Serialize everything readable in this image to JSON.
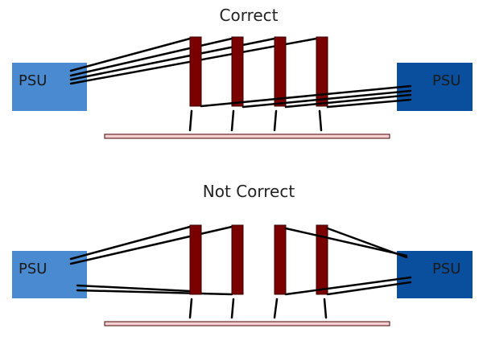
{
  "colors": {
    "psu_left": "#4a8ad0",
    "psu_right": "#0a4f9e",
    "bar": "#7a0000",
    "rail": "#f2d0d0",
    "wire": "#000000"
  },
  "sections": [
    {
      "title": "Correct",
      "left_psu": {
        "label": "PSU"
      },
      "right_psu": {
        "label": "PSU"
      }
    },
    {
      "title": "Not Correct",
      "left_psu": {
        "label": "PSU"
      },
      "right_psu": {
        "label": "PSU"
      }
    }
  ]
}
